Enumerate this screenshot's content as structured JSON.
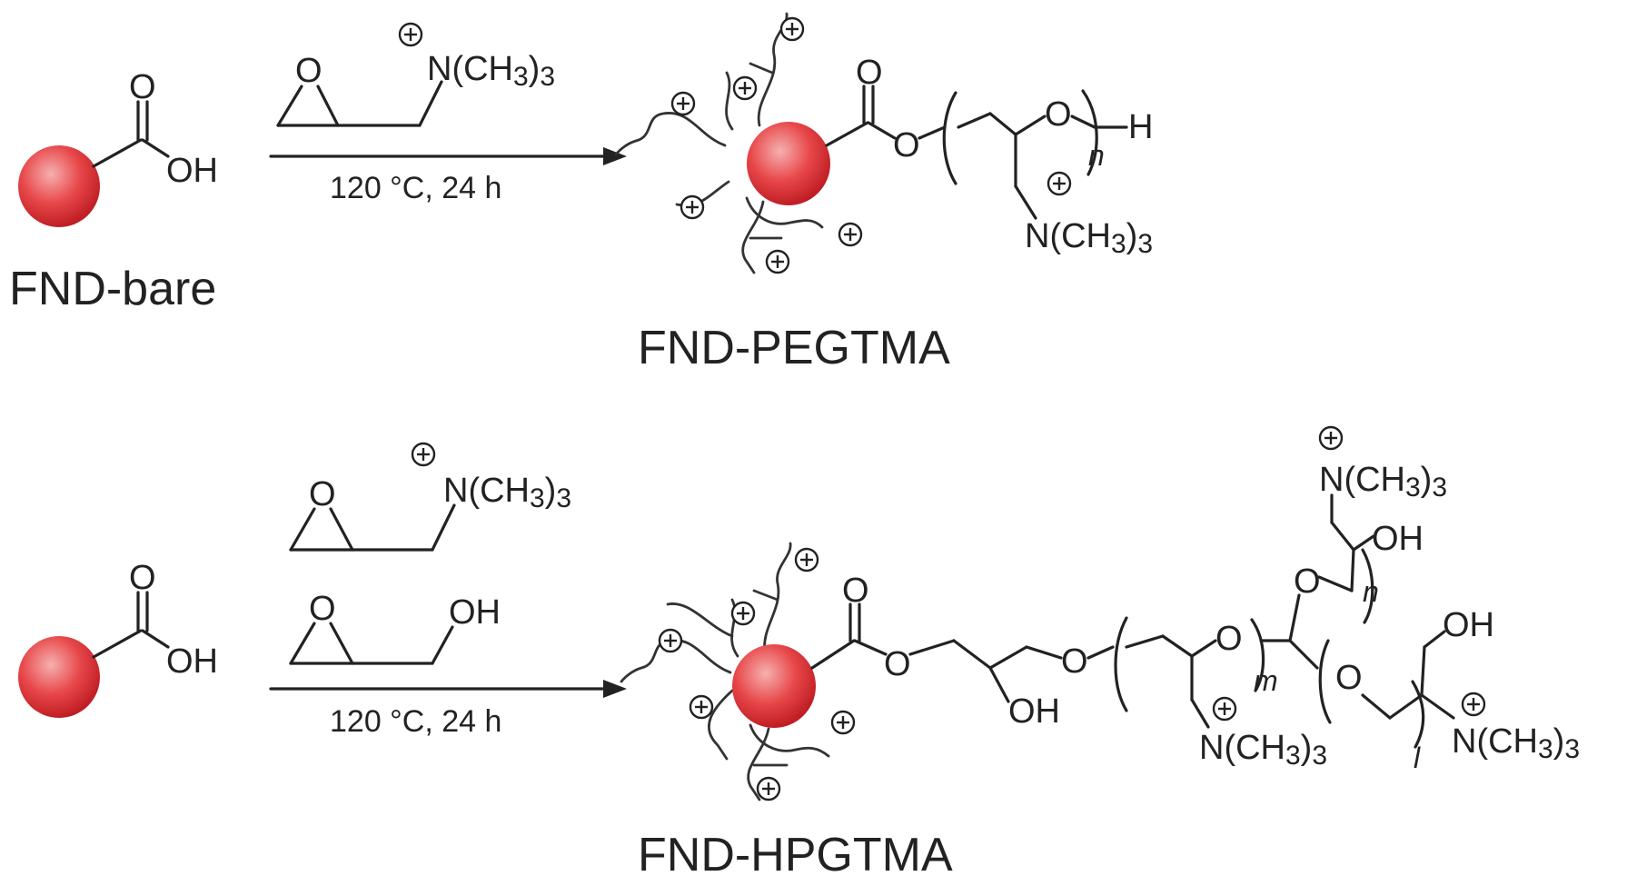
{
  "labels": {
    "o": "O",
    "oh": "OH",
    "h": "H",
    "n_part": "N(CH",
    "sub3": "3",
    "close3": ")",
    "n_idx": "n",
    "m_idx": "m",
    "l_idx": "l"
  },
  "top": {
    "condition": "120 °C, 24 h",
    "reactant_name": "FND-bare",
    "product_name": "FND-PEGTMA"
  },
  "bottom": {
    "condition": "120 °C, 24 h",
    "product_name": "FND-HPGTMA"
  },
  "colors": {
    "particle_center": "#f6b0b0",
    "particle_mid": "#e8484a",
    "particle_edge": "#c01e24",
    "line": "#222222"
  }
}
